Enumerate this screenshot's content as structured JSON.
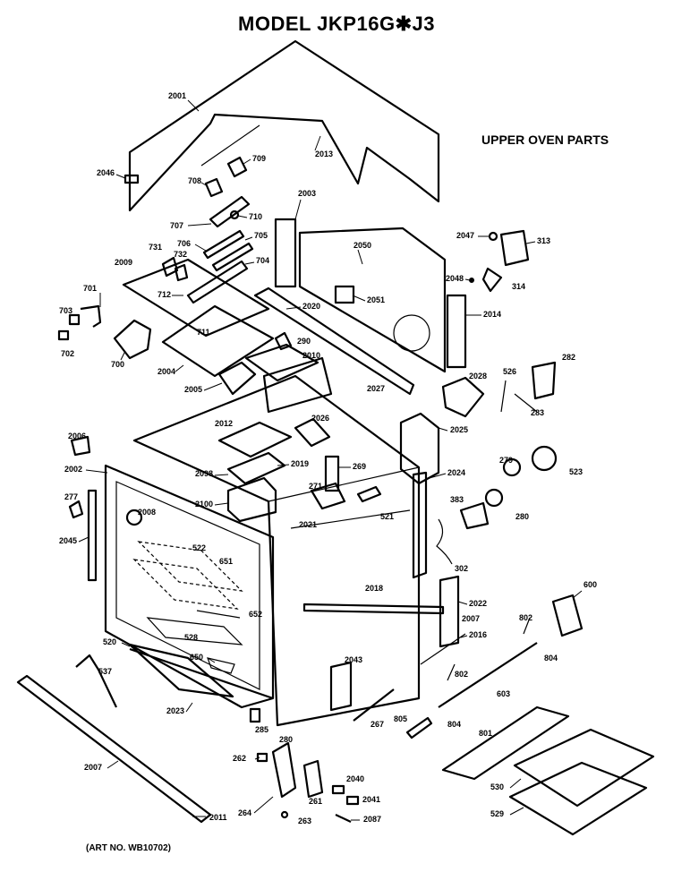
{
  "title": "MODEL JKP16G✱J3",
  "subtitle": "UPPER OVEN PARTS",
  "art_number": "(ART NO. WB10702)",
  "part_labels": [
    "2001",
    "2013",
    "2046",
    "709",
    "708",
    "707",
    "710",
    "706",
    "705",
    "704",
    "731",
    "732",
    "2009",
    "701",
    "712",
    "711",
    "703",
    "702",
    "700",
    "2004",
    "2003",
    "2050",
    "2051",
    "2047",
    "313",
    "2048",
    "314",
    "2014",
    "2020",
    "290",
    "2010",
    "2005",
    "2027",
    "2028",
    "2025",
    "2026",
    "282",
    "526",
    "283",
    "2006",
    "2002",
    "2012",
    "2098",
    "2019",
    "269",
    "2024",
    "279",
    "523",
    "271",
    "2100",
    "521",
    "383",
    "280",
    "277",
    "2008",
    "2021",
    "2045",
    "522",
    "651",
    "302",
    "2018",
    "2022",
    "600",
    "2007",
    "652",
    "528",
    "2016",
    "802",
    "520",
    "650",
    "2043",
    "804",
    "537",
    "2023",
    "285",
    "802",
    "603",
    "804",
    "267",
    "805",
    "801",
    "280",
    "262",
    "2040",
    "2041",
    "530",
    "264",
    "261",
    "263",
    "2087",
    "529",
    "2007",
    "2011"
  ]
}
